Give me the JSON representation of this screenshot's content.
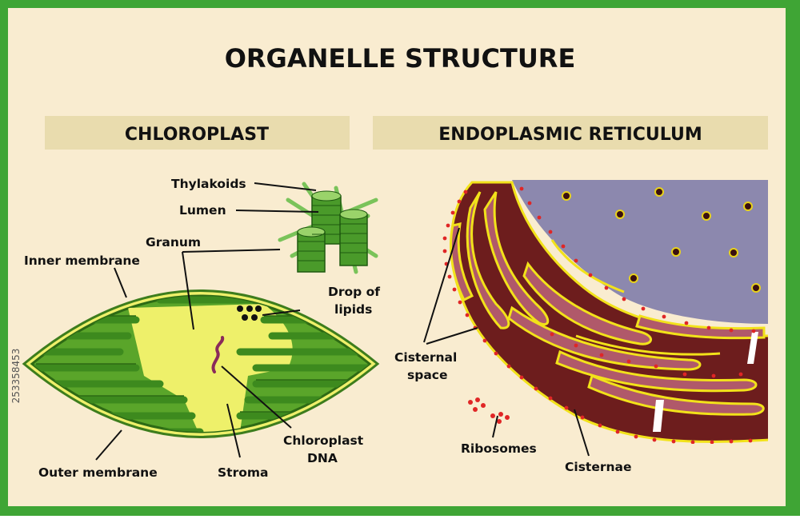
{
  "title": "ORGANELLE STRUCTURE",
  "colors": {
    "border": "#3fa535",
    "background": "#f9ecd0",
    "header_band": "#e9dcae",
    "chloroplast_fill": "#5aa52a",
    "chloroplast_yellow": "#eef06a",
    "er_maroon": "#6d1d1d",
    "er_yellow": "#f2e21a",
    "ribosome": "#e02626",
    "nucleus": "#8c88ae"
  },
  "chloroplast": {
    "heading": "CHLOROPLAST",
    "labels": {
      "thylakoids": "Thylakoids",
      "lumen": "Lumen",
      "granum": "Granum",
      "inner_membrane": "Inner membrane",
      "drop_of_lipids_1": "Drop of",
      "drop_of_lipids_2": "lipids",
      "outer_membrane": "Outer membrane",
      "stroma": "Stroma",
      "chloroplast_dna_1": "Chloroplast",
      "chloroplast_dna_2": "DNA"
    }
  },
  "er": {
    "heading": "ENDOPLASMIC RETICULUM",
    "labels": {
      "cisternal_space_1": "Cisternal",
      "cisternal_space_2": "space",
      "ribosomes": "Ribosomes",
      "cisternae": "Cisternae"
    }
  },
  "watermark": {
    "stock_id": "253358453"
  },
  "icons": {
    "lipid": "lipid-drop-icon",
    "ribosome": "ribosome-dot-icon"
  }
}
